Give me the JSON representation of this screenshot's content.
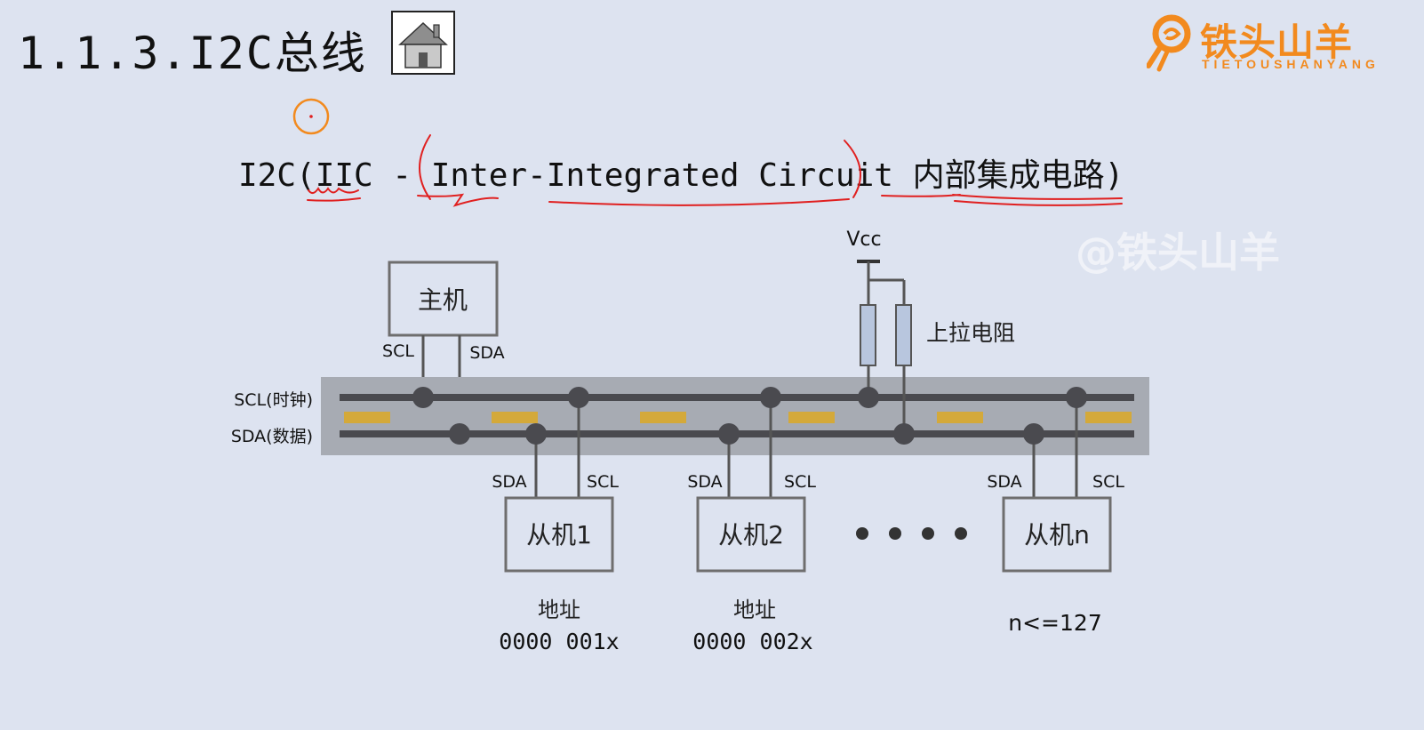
{
  "title": "1.1.3.I2C总线",
  "subtitle": "I2C(IIC - Inter-Integrated Circuit 内部集成电路)",
  "logo": {
    "text": "铁头山羊",
    "subtext": "TIETOUSHANYANG"
  },
  "watermark": "@铁头山羊",
  "diagram": {
    "master_label": "主机",
    "master_pin_scl": "SCL",
    "master_pin_sda": "SDA",
    "bus_scl_label": "SCL(时钟)",
    "bus_sda_label": "SDA(数据)",
    "vcc_label": "Vcc",
    "pullup_label": "上拉电阻",
    "slaves": [
      {
        "label": "从机1",
        "pin_sda": "SDA",
        "pin_scl": "SCL",
        "addr_title": "地址",
        "addr": "0000 001x"
      },
      {
        "label": "从机2",
        "pin_sda": "SDA",
        "pin_scl": "SCL",
        "addr_title": "地址",
        "addr": "0000 002x"
      },
      {
        "label": "从机n",
        "pin_sda": "SDA",
        "pin_scl": "SCL",
        "note": "n<=127"
      }
    ]
  },
  "colors": {
    "background": "#dde3f0",
    "bus_band": "#a7abb3",
    "bus_line": "#4a4a4f",
    "trace_marks": "#d4a93a",
    "resistor": "#b8c6de",
    "annotation": "#e02020",
    "brand": "#f28a1e"
  }
}
